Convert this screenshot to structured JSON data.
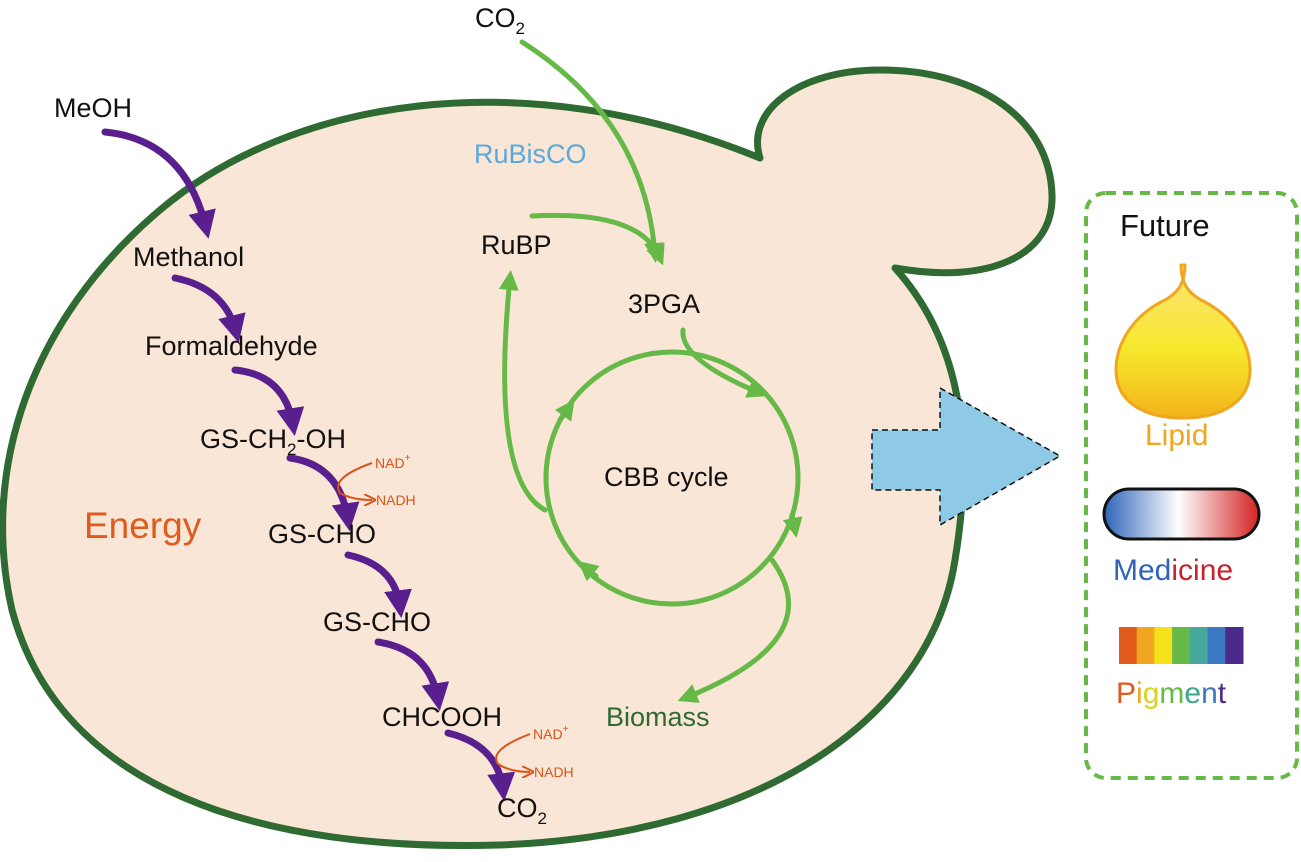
{
  "colors": {
    "cell_fill": "#f9e6d6",
    "cell_stroke": "#2f6a33",
    "methanol_arrow": "#5a1f8f",
    "cbb_arrow": "#66b947",
    "energy_text": "#e05a1c",
    "rubisco_text": "#5aa8dc",
    "biomass_text": "#2f6a33",
    "nad_text": "#d9541a",
    "big_arrow": "#8ecae6",
    "future_box": "#66b947",
    "lipid_text": "#f0a61e"
  },
  "methanol_pathway": {
    "input": "MeOH",
    "methanol": "Methanol",
    "formaldehyde": "Formaldehyde",
    "gs_ch2_oh_prefix": "GS-CH",
    "gs_ch2_oh_sub": "2",
    "gs_ch2_oh_suffix": "-OH",
    "gs_cho_1": "GS-CHO",
    "gs_cho_2": "GS-CHO",
    "chcooh": "CHCOOH",
    "co2_out_main": "CO",
    "co2_out_sub": "2",
    "nad_1": "NAD",
    "nad_sup_1": "+",
    "nadh_1": "NADH",
    "nad_2": "NAD",
    "nad_sup_2": "+",
    "nadh_2": "NADH",
    "energy": "Energy"
  },
  "cbb": {
    "co2_in_main": "CO",
    "co2_in_sub": "2",
    "rubisco": "RuBisCO",
    "rubp": "RuBP",
    "pga": "3PGA",
    "cycle_label": "CBB cycle",
    "biomass": "Biomass"
  },
  "future": {
    "title": "Future",
    "lipid": "Lipid",
    "medicine_a": "Med",
    "medicine_b": "icine",
    "pigment_letters": [
      {
        "ch": "P",
        "color": "#e05a1c"
      },
      {
        "ch": "i",
        "color": "#f0a61e"
      },
      {
        "ch": "g",
        "color": "#d9d41a"
      },
      {
        "ch": "m",
        "color": "#66b947"
      },
      {
        "ch": "e",
        "color": "#3fa38e"
      },
      {
        "ch": "n",
        "color": "#3b78c2"
      },
      {
        "ch": "t",
        "color": "#4b2a8c"
      }
    ],
    "rainbow": [
      "#e05a1c",
      "#f0a61e",
      "#f3e21a",
      "#66b947",
      "#45a89a",
      "#3b78c2",
      "#4b2a8c"
    ]
  }
}
